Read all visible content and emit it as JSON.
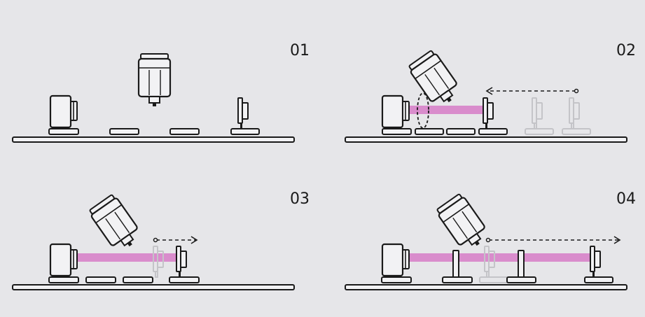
{
  "colors": {
    "background": "#e6e6e9",
    "outline": "#1a1a1a",
    "ghost": "#c4c4c8",
    "beam": "#d98ccc",
    "beam_light": "#e6a9dc",
    "part_fill": "#f2f2f4",
    "part_highlight": "#fafafa"
  },
  "steps": [
    {
      "label": "01"
    },
    {
      "label": "02"
    },
    {
      "label": "03"
    },
    {
      "label": "04"
    }
  ]
}
